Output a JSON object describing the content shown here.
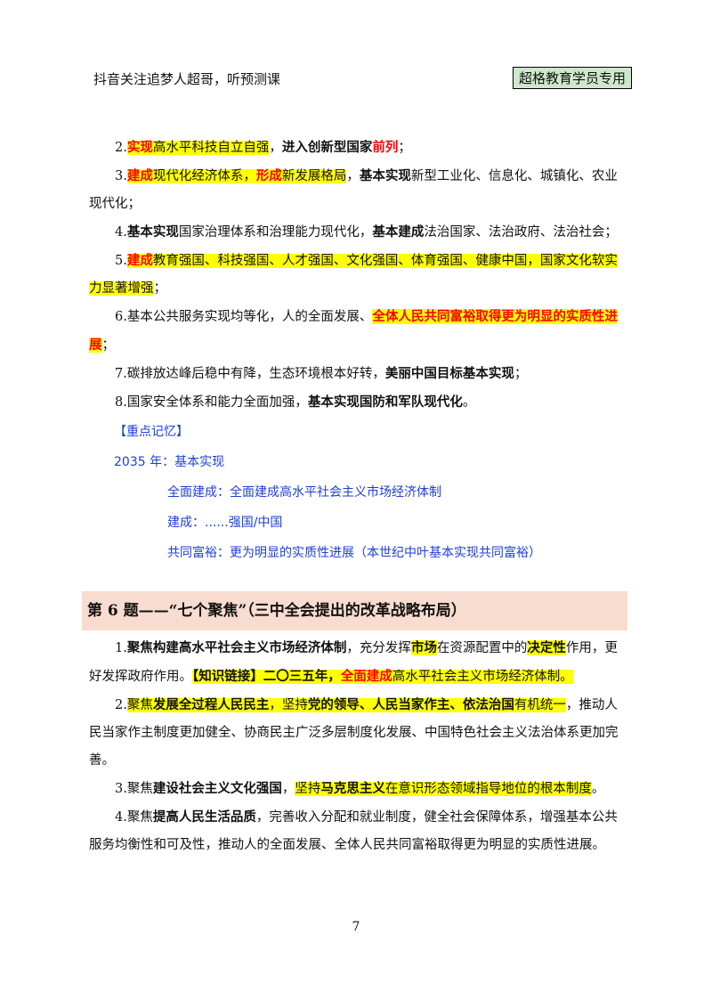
{
  "header": {
    "left": "抖音关注追梦人超哥，听预测课",
    "right": "超格教育学员专用"
  },
  "items": {
    "i2": {
      "n": "2.",
      "a": "实现",
      "b": "高水平科技自立自强",
      "c": "，",
      "d": "进入创新型国家",
      "e": "前列",
      "f": "；"
    },
    "i3": {
      "n": "3.",
      "a": "建成",
      "b": "现代化经济体系，",
      "c": "形成",
      "d": "新发展格局",
      "e": "，",
      "f": "基本实现",
      "g": "新型工业化、信息化、城镇化、农业现代化；"
    },
    "i4": {
      "n": "4.",
      "a": "基本实现",
      "b": "国家治理体系和治理能力现代化，",
      "c": "基本建成",
      "d": "法治国家、法治政府、法治社会；"
    },
    "i5": {
      "n": "5.",
      "a": "建成",
      "b": "教育强国、科技强国、人才强国、文化强国、体育强国、健康中国，国家文化软实力显著增强",
      "c": "；"
    },
    "i6": {
      "n": "6.",
      "a": "基本公共服务实现均等化，人的全面发展、",
      "b": "全体人民共同富裕取得更为明显的实质性进展",
      "c": "；"
    },
    "i7": {
      "n": "7.",
      "a": "碳排放达峰后稳中有降，生态环境根本好转，",
      "b": "美丽中国目标基本实现",
      "c": "；"
    },
    "i8": {
      "n": "8.",
      "a": "国家安全体系和能力全面加强，",
      "b": "基本实现国防和军队现代化",
      "c": "。"
    }
  },
  "memo": {
    "title": "【重点记忆】",
    "year": "2035 年：基本实现",
    "l1": "全面建成：全面建成高水平社会主义市场经济体制",
    "l2": "建成：......强国/中国",
    "l3": "共同富裕：更为明显的实质性进展（本世纪中叶基本实现共同富裕）"
  },
  "question": {
    "title": "第 6 题——“七个聚焦”（三中全会提出的改革战略布局）"
  },
  "q": {
    "p1": {
      "n": "1.",
      "a": "聚焦构建高水平社会主义市场经济体制",
      "b": "，充分发挥",
      "c": "市场",
      "d": "在资源配置中的",
      "e": "决定性",
      "f": "作用，更好发挥政府作用。",
      "g": "【知识链接】二〇三五年，",
      "h": "全面建成",
      "i": "高水平社会主义市场经济体制。"
    },
    "p2": {
      "n": "2.",
      "a": "聚焦",
      "b": "发展全过程人民民主",
      "c": "，坚持",
      "d": "党的领导、人民当家作主、依法治国",
      "e": "有机统一",
      "f": "，推动人民当家作主制度更加健全、协商民主广泛多层制度化发展、中国特色社会主义法治体系更加完善。"
    },
    "p3": {
      "n": "3.",
      "a": "聚焦",
      "b": "建设社会主义文化强国",
      "c": "，",
      "d": "坚持",
      "e": "马克思主义",
      "f": "在意识形态领域指导地位的根本制度",
      "g": "。"
    },
    "p4": {
      "n": "4.",
      "a": "聚焦",
      "b": "提高人民生活品质",
      "c": "，完善收入分配和就业制度，健全社会保障体系，增强基本公共服务均衡性和可及性，推动人的全面发展、全体人民共同富裕取得更为明显的实质性进展。"
    }
  },
  "page_number": "7"
}
